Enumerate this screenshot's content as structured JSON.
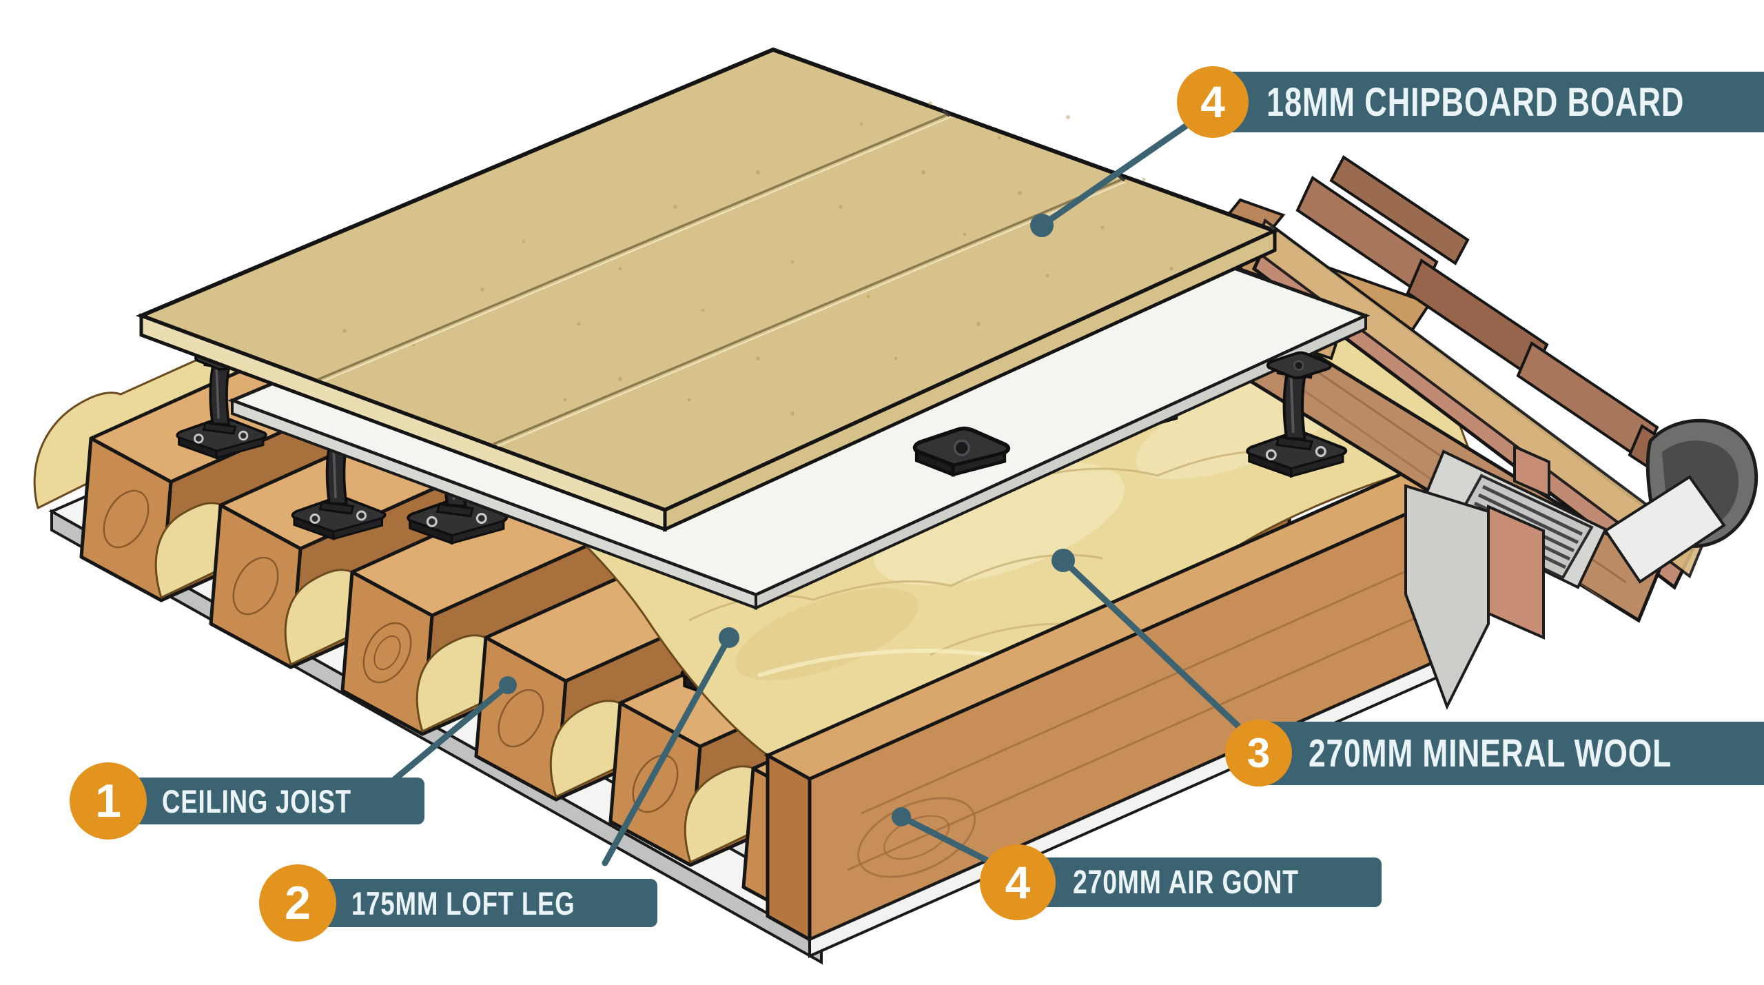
{
  "callouts": [
    {
      "number": "1",
      "label": "CEILING JOIST"
    },
    {
      "number": "2",
      "label": "175MM LOFT LEG"
    },
    {
      "number": "3",
      "label": "270MM MINERAL WOOL"
    },
    {
      "number": "4",
      "label": "18MM CHIPBOARD BOARD"
    },
    {
      "number": "4",
      "label": "270MM AIR GONT"
    }
  ],
  "colors": {
    "callout_box": "#3B6372",
    "callout_number_bg": "#E3941F",
    "callout_text": "#EAF3F5",
    "leader_line": "#3B6372",
    "chipboard": "#D8C28B",
    "mineral_wool": "#EBD99C",
    "wood_joist": "#C08551",
    "loft_leg": "#2E2E30",
    "plasterboard": "#F1F1EE",
    "roof_tile": "#A8765A",
    "gutter": "#6E6E6C"
  }
}
